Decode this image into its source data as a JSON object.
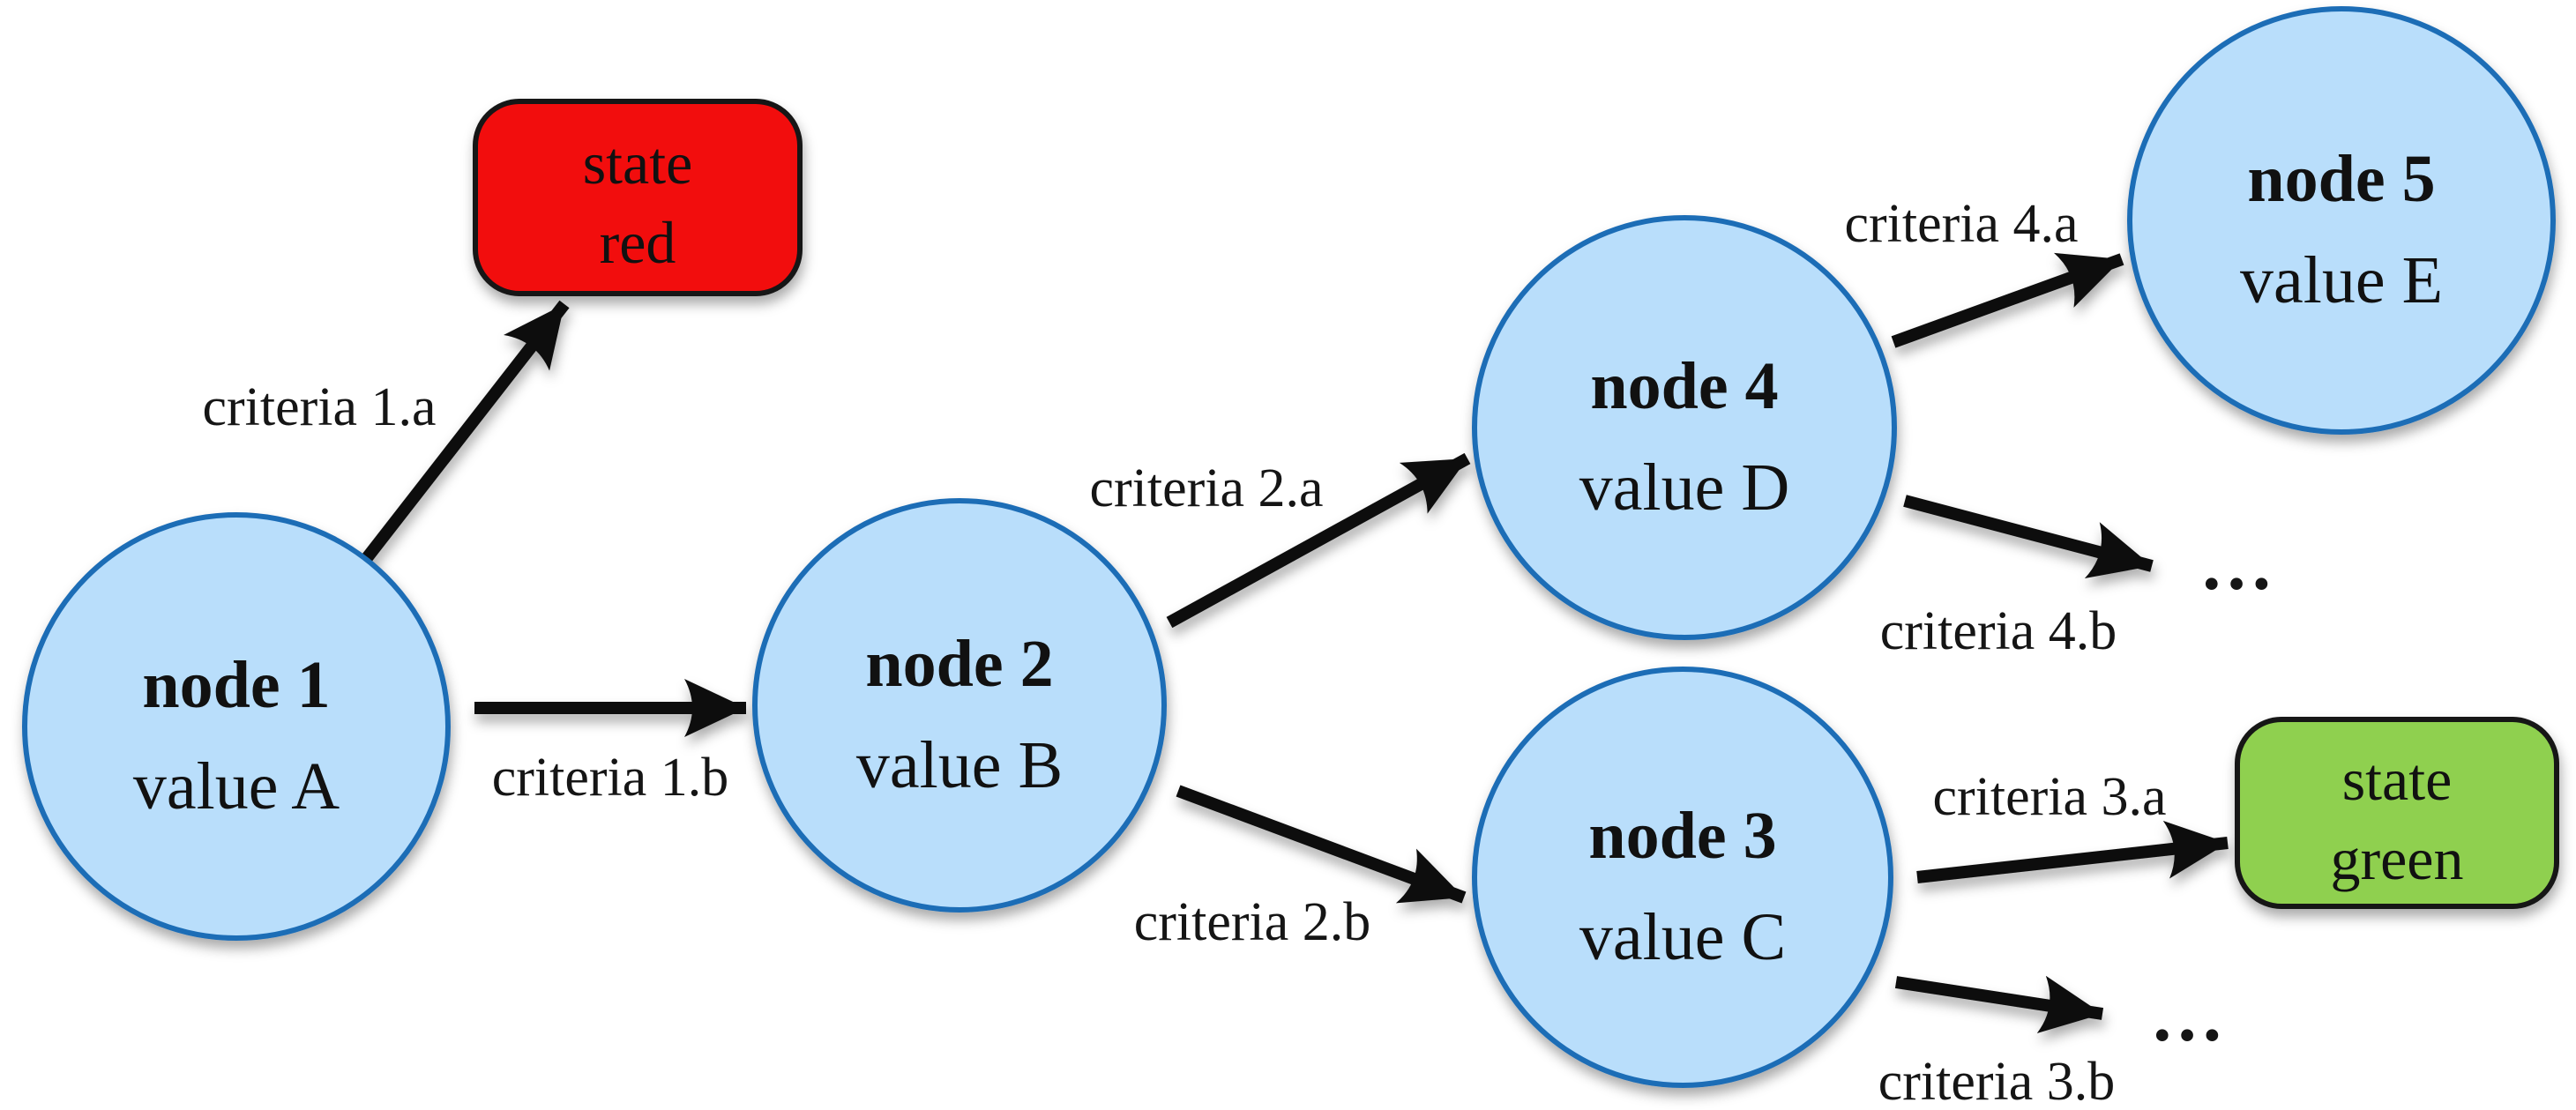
{
  "diagram": {
    "type": "decision-tree-flow-diagram",
    "background": "#ffffff",
    "colors": {
      "node_fill": "#b9defb",
      "node_stroke": "#1e6db6",
      "state_red_fill": "#f20d11",
      "state_green_fill": "#8fd04f",
      "state_border": "#141414",
      "arrow": "#0c0c0c",
      "text": "#111111"
    },
    "nodes": [
      {
        "title": "node 1",
        "subtitle": "value A"
      },
      {
        "title": "node 2",
        "subtitle": "value B"
      },
      {
        "title": "node 3",
        "subtitle": "value C"
      },
      {
        "title": "node 4",
        "subtitle": "value D"
      },
      {
        "title": "node 5",
        "subtitle": "value E"
      }
    ],
    "states": [
      {
        "line1": "state",
        "line2": "red"
      },
      {
        "line1": "state",
        "line2": "green"
      }
    ],
    "edges": [
      {
        "label": "criteria 1.a",
        "from": "node 1",
        "to": "state red"
      },
      {
        "label": "criteria 1.b",
        "from": "node 1",
        "to": "node 2"
      },
      {
        "label": "criteria 2.a",
        "from": "node 2",
        "to": "node 4"
      },
      {
        "label": "criteria 2.b",
        "from": "node 2",
        "to": "node 3"
      },
      {
        "label": "criteria 4.a",
        "from": "node 4",
        "to": "node 5"
      },
      {
        "label": "criteria 4.b",
        "from": "node 4",
        "to": "…"
      },
      {
        "label": "criteria 3.a",
        "from": "node 3",
        "to": "state green"
      },
      {
        "label": "criteria 3.b",
        "from": "node 3",
        "to": "…"
      }
    ],
    "ellipsis": "…"
  }
}
